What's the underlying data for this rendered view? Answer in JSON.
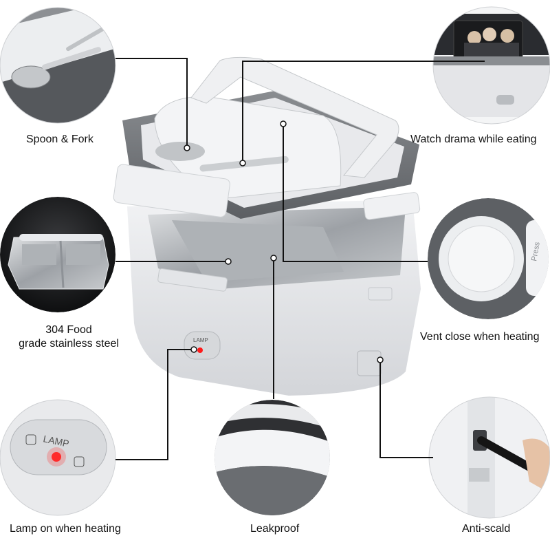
{
  "features": [
    {
      "id": "spoon",
      "label": "Spoon & Fork"
    },
    {
      "id": "drama",
      "label": "Watch drama while eating"
    },
    {
      "id": "steel",
      "line1": "304 Food",
      "line2": "grade stainless steel"
    },
    {
      "id": "vent",
      "label": "Vent close when heating"
    },
    {
      "id": "lamp",
      "label": "Lamp on when heating"
    },
    {
      "id": "leak",
      "label": "Leakproof"
    },
    {
      "id": "scald",
      "label": "Anti-scald"
    }
  ],
  "lamp_text": "LAMP",
  "vent_text": "Press",
  "colors": {
    "body": "#e6e7ea",
    "frame": "#6e7276",
    "steel": "#b8bcc0",
    "indicator": "#e0121a",
    "callout_bg": "#1d1e20"
  }
}
